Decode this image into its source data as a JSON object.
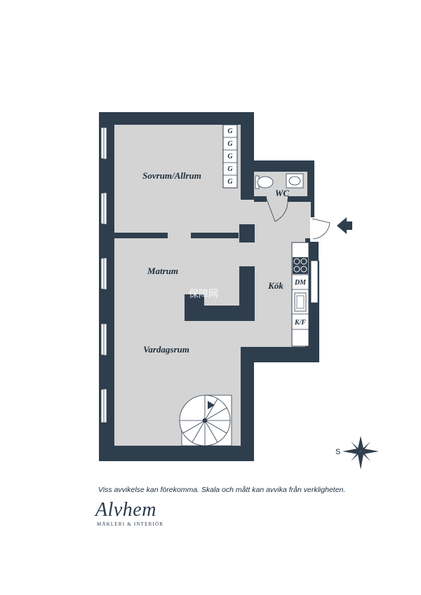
{
  "rooms": {
    "sovrum": "Sovrum/Allrum",
    "wc": "WC",
    "matrum": "Matrum",
    "kok": "Kök",
    "vardagsrum": "Vardagsrum"
  },
  "closets": [
    "G",
    "G",
    "G",
    "G",
    "G"
  ],
  "appliances": {
    "dishwasher": "DM",
    "fridge": "K/F"
  },
  "compass_label": "S",
  "watermark": "保障网",
  "disclaimer": "Viss avvikelse kan förekomma. Skala och mått kan avvika från verkligheten.",
  "brand": {
    "logo": "Alvhem",
    "tagline": "MÄKLERI & INTERIÖR"
  },
  "colors": {
    "wall": "#2f3e4d",
    "floor": "#d4d4d4",
    "text": "#1f2d3a",
    "background": "#ffffff"
  }
}
